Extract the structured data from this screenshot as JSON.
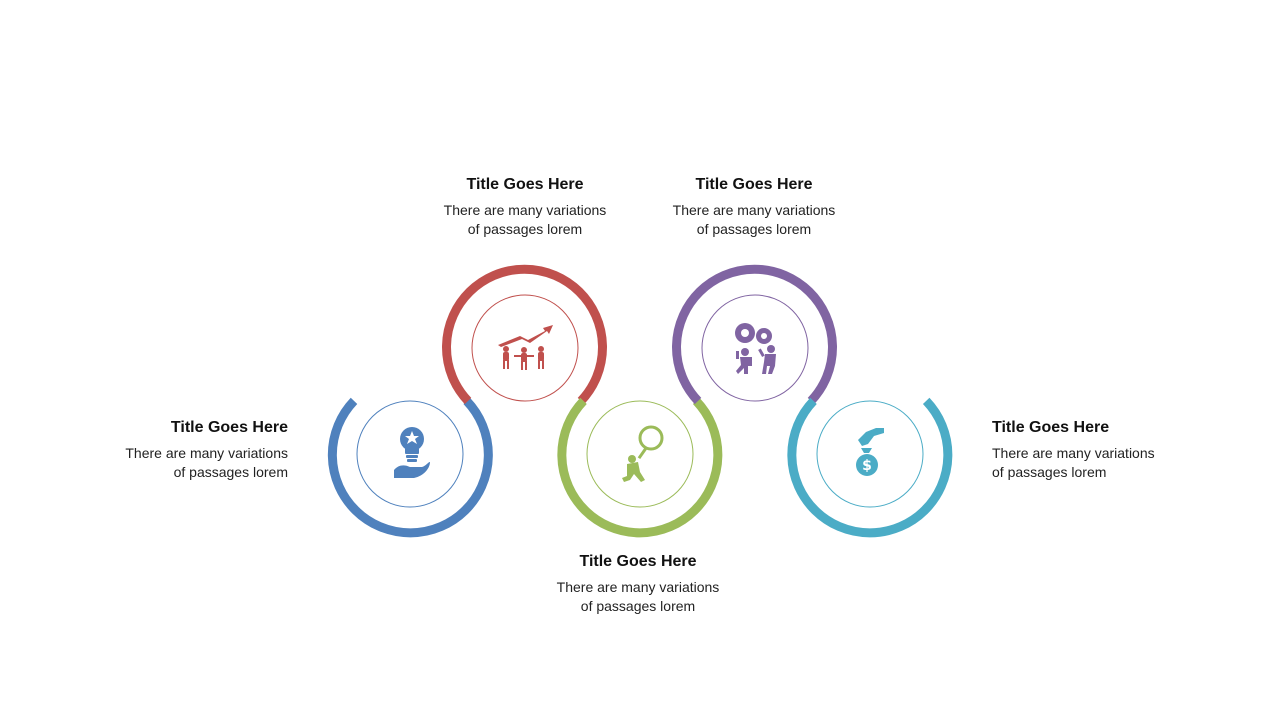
{
  "colors": {
    "blue": "#4F81BD",
    "red": "#C0504D",
    "green": "#9BBB59",
    "purple": "#8064A2",
    "teal": "#4BACC6"
  },
  "steps": [
    {
      "id": "idea",
      "color": "blue",
      "icon": "lightbulb-hand-icon",
      "title": "Title Goes Here",
      "desc_line1": "There are many variations",
      "desc_line2": "of passages lorem"
    },
    {
      "id": "growth",
      "color": "red",
      "icon": "team-growth-arrow-icon",
      "title": "Title Goes Here",
      "desc_line1": "There are many variations",
      "desc_line2": "of passages lorem"
    },
    {
      "id": "search",
      "color": "green",
      "icon": "person-magnifier-icon",
      "title": "Title Goes Here",
      "desc_line1": "There are many variations",
      "desc_line2": "of passages lorem"
    },
    {
      "id": "teamwork",
      "color": "purple",
      "icon": "team-gears-icon",
      "title": "Title Goes Here",
      "desc_line1": "There are many variations",
      "desc_line2": "of passages lorem"
    },
    {
      "id": "money",
      "color": "teal",
      "icon": "hand-money-bag-icon",
      "title": "Title Goes Here",
      "desc_line1": "There are many variations",
      "desc_line2": "of passages lorem"
    }
  ]
}
